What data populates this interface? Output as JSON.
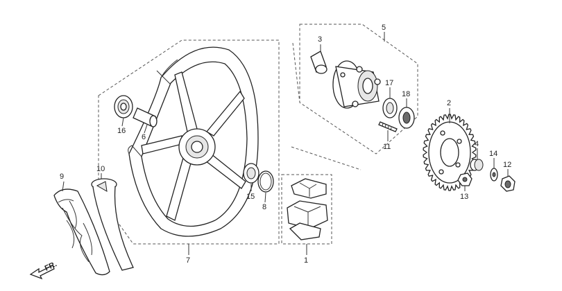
{
  "callouts": [
    {
      "id": "1",
      "text": "1"
    },
    {
      "id": "2",
      "text": "2"
    },
    {
      "id": "3",
      "text": "3"
    },
    {
      "id": "4",
      "text": "4"
    },
    {
      "id": "5",
      "text": "5"
    },
    {
      "id": "6",
      "text": "6"
    },
    {
      "id": "7",
      "text": "7"
    },
    {
      "id": "8",
      "text": "8"
    },
    {
      "id": "9",
      "text": "9"
    },
    {
      "id": "10",
      "text": "10"
    },
    {
      "id": "11",
      "text": "11"
    },
    {
      "id": "12",
      "text": "12"
    },
    {
      "id": "13",
      "text": "13"
    },
    {
      "id": "14",
      "text": "14"
    },
    {
      "id": "15",
      "text": "15"
    },
    {
      "id": "16",
      "text": "16"
    },
    {
      "id": "17",
      "text": "17"
    },
    {
      "id": "18",
      "text": "18"
    }
  ],
  "direction_label": "FR.",
  "colors": {
    "line": "#222222",
    "shade": "#e6e6e6",
    "dark": "#6b6b6b"
  }
}
